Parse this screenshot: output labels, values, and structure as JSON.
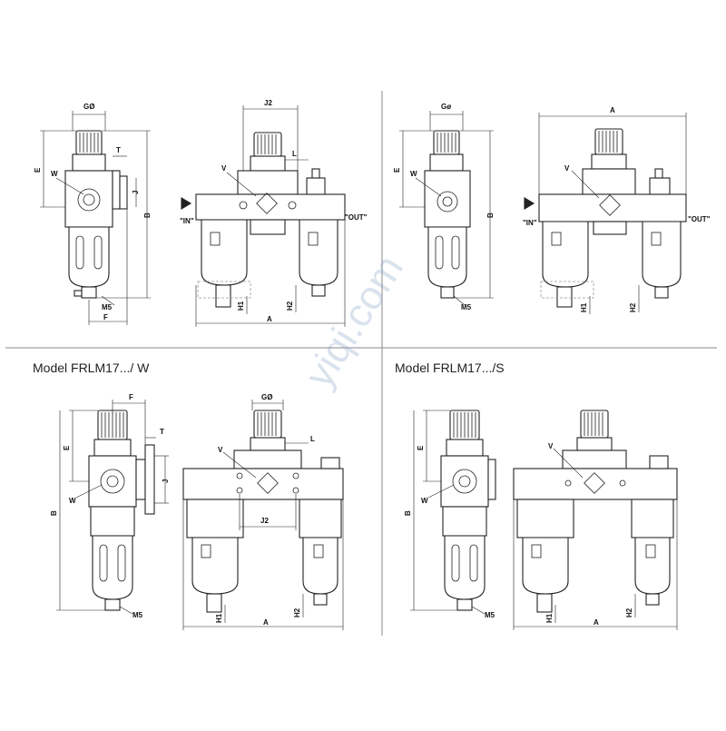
{
  "titles": {
    "w": "Model FRLM17.../ W",
    "s": "Model FRLM17.../S"
  },
  "labels": {
    "g_dia": "GØ",
    "g_a": "Gø",
    "t": "T",
    "e": "E",
    "w": "W",
    "b": "B",
    "j": "J",
    "j2": "J2",
    "l": "L",
    "v": "V",
    "m5": "M5",
    "f": "F",
    "a": "A",
    "h1": "H1",
    "h2": "H2",
    "in": "\"IN\"",
    "out": "\"OUT\""
  },
  "watermark": "yiqi.com"
}
